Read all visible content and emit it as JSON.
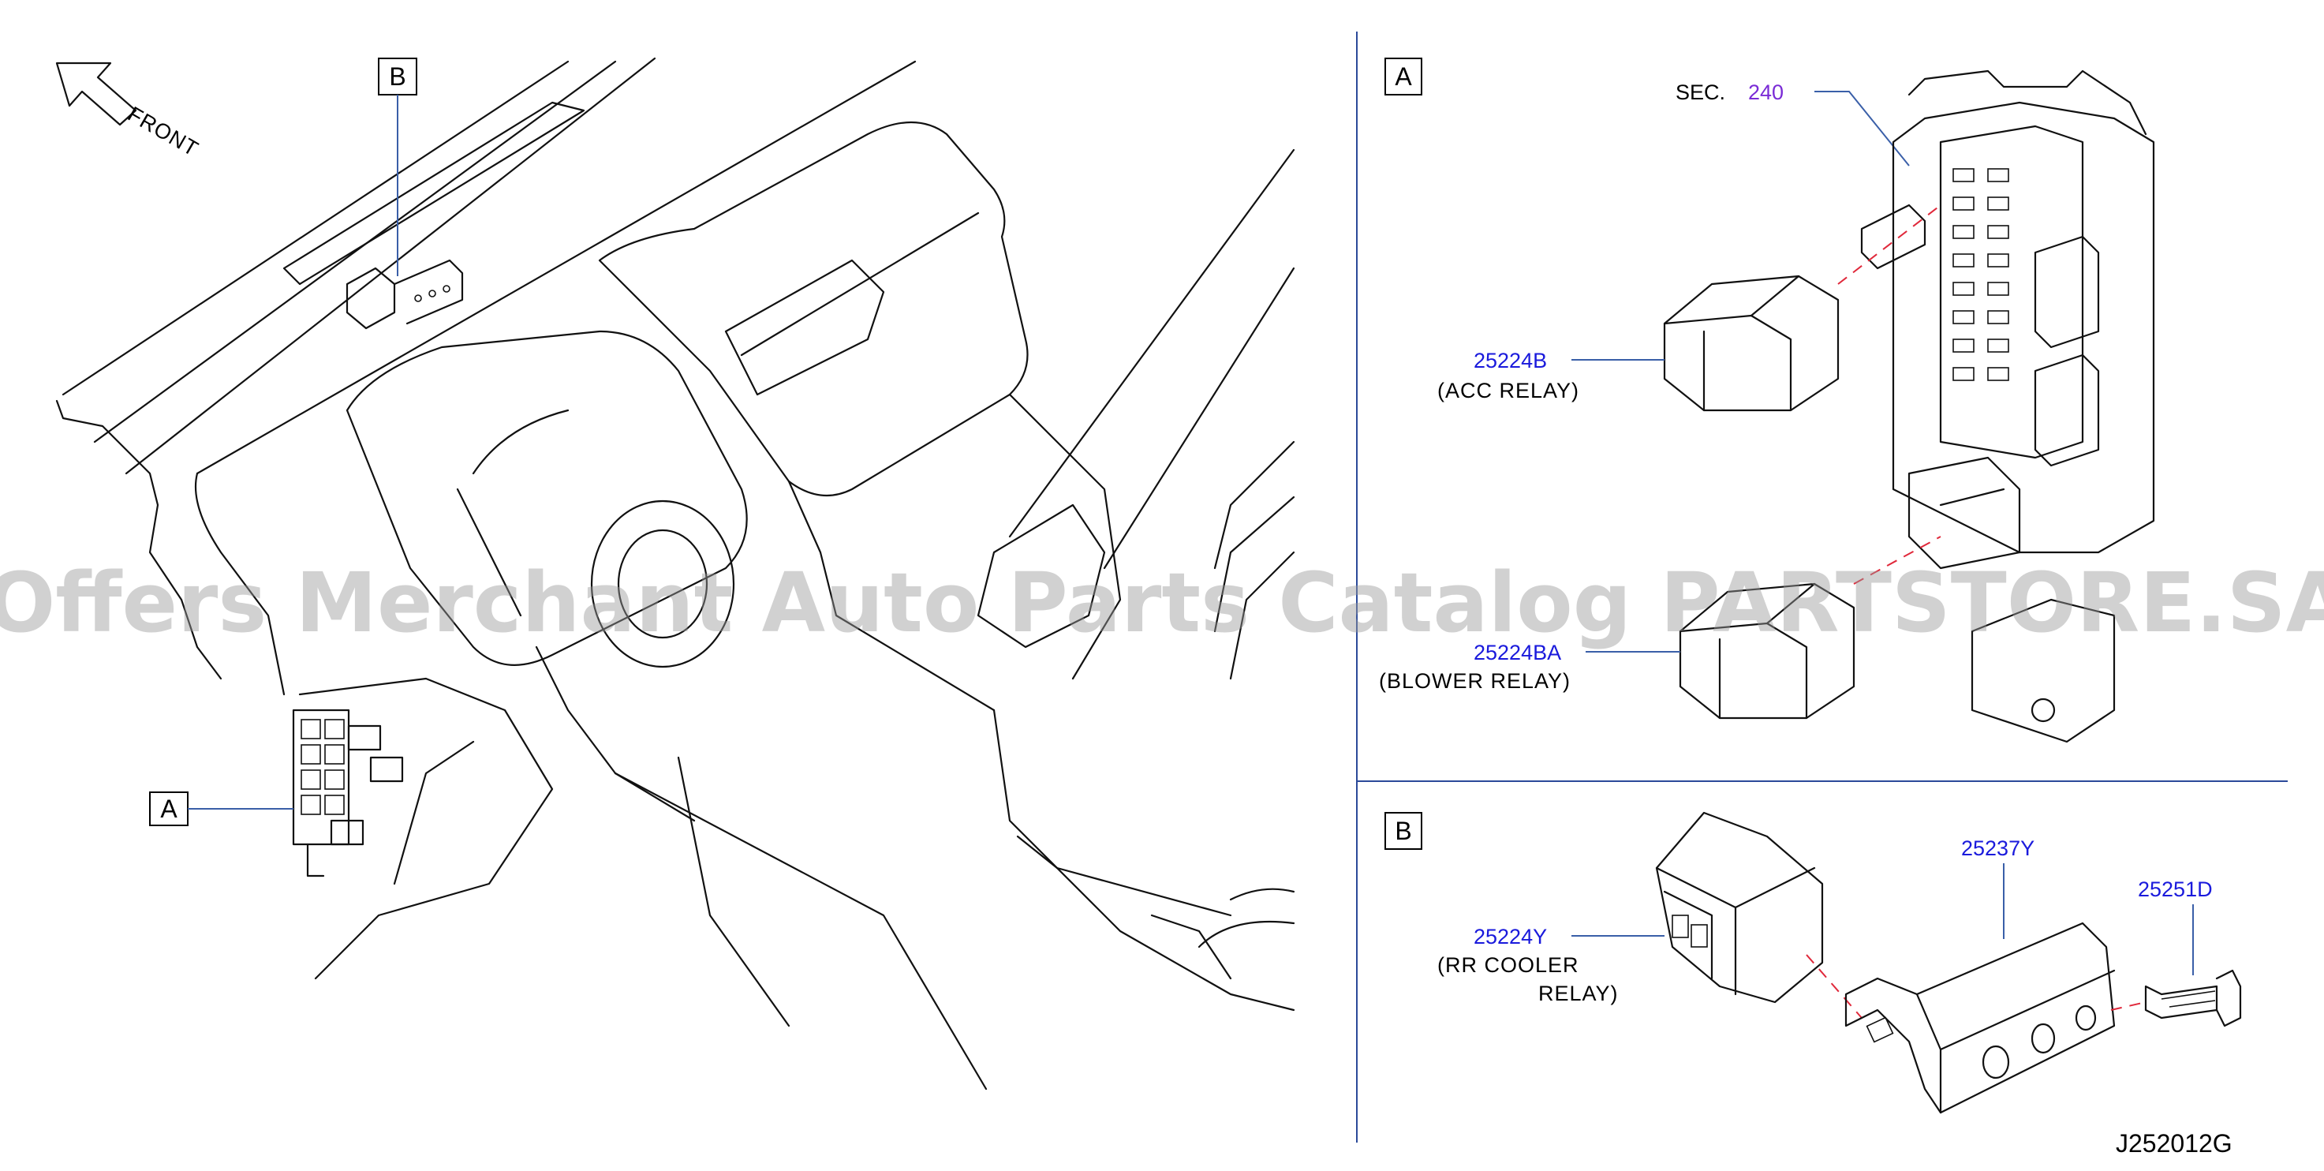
{
  "front_label": "FRONT",
  "views": {
    "a_label": "A",
    "b_label": "B"
  },
  "sec": {
    "prefix": "SEC.",
    "number": "240"
  },
  "parts": [
    {
      "number": "25224B",
      "desc": [
        "(ACC   RELAY)"
      ]
    },
    {
      "number": "25224BA",
      "desc": [
        "(BLOWER   RELAY)"
      ]
    },
    {
      "number": "25224Y",
      "desc": [
        "(RR   COOLER",
        "RELAY)"
      ]
    },
    {
      "number": "25237Y",
      "desc": []
    },
    {
      "number": "25251D",
      "desc": []
    }
  ],
  "diagram_code": "J252012G",
  "watermark": "Offers Merchant Auto Parts Catalog PARTSTORE.SA"
}
